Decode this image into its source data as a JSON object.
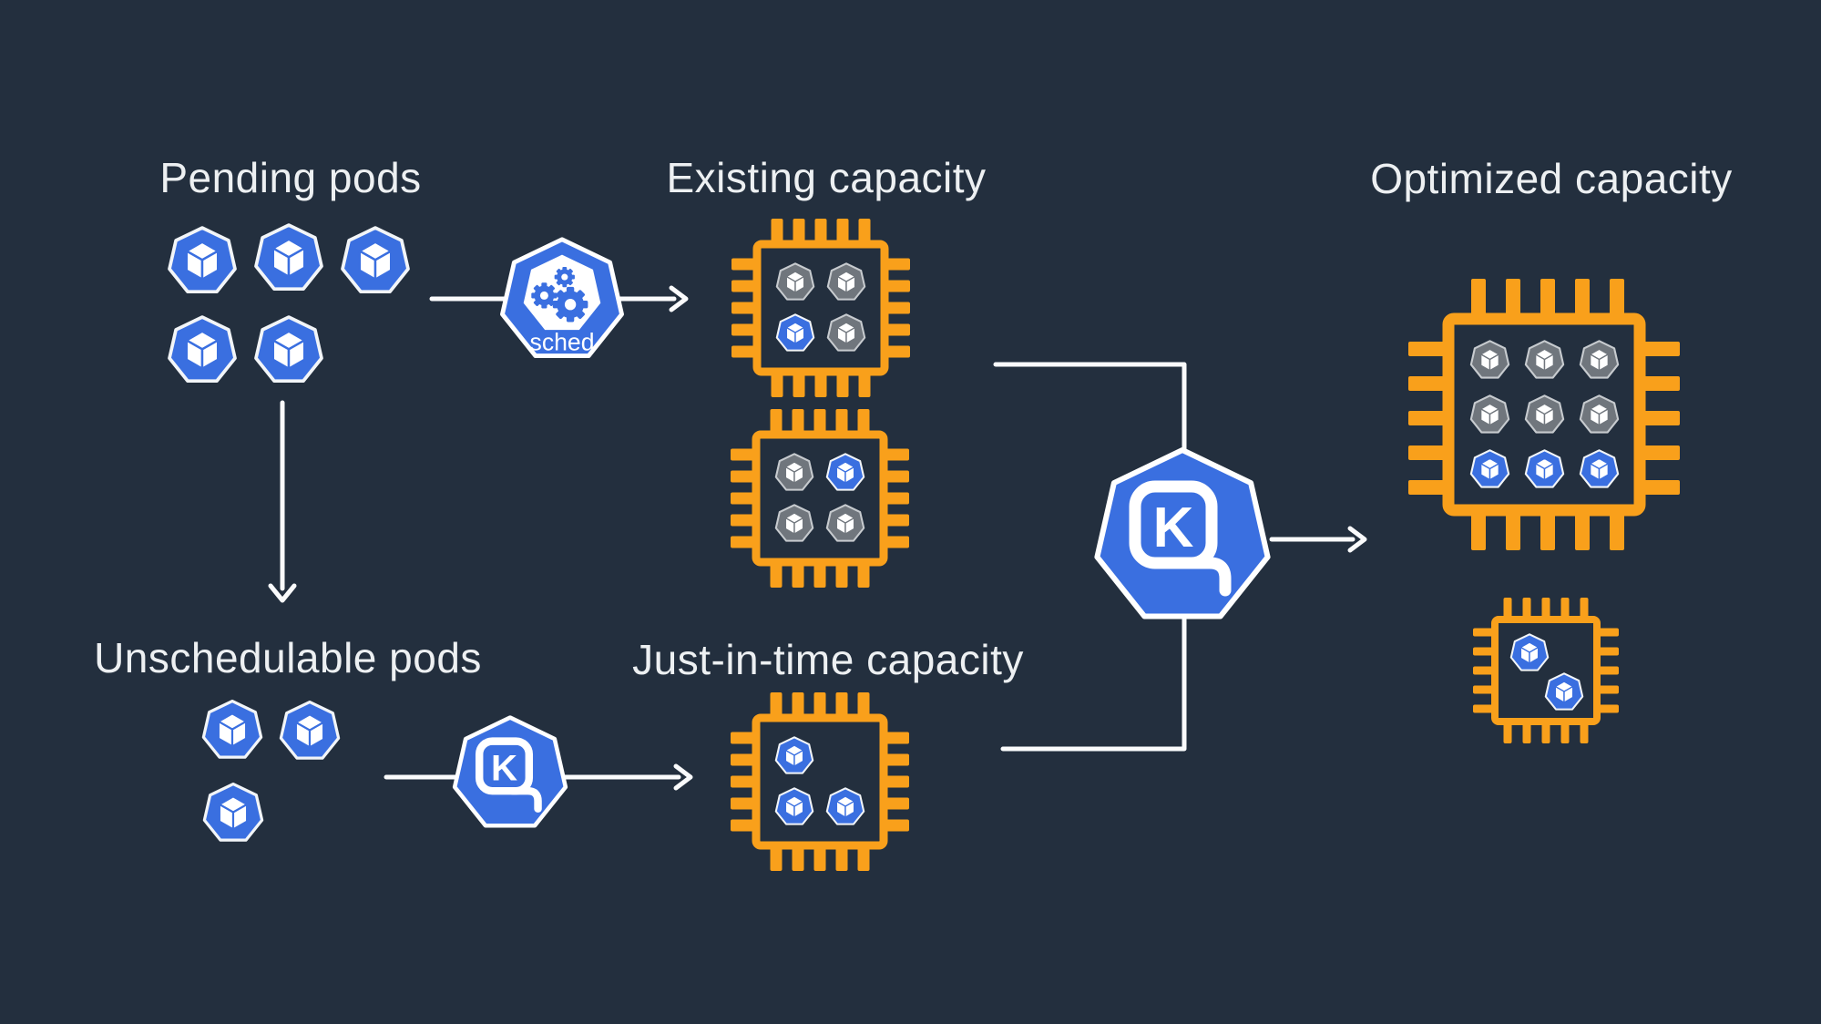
{
  "colors": {
    "background": "#232F3E",
    "chip_orange": "#F9A01B",
    "pod_blue": "#3A6FE0",
    "pod_blue_border": "#F2F5F8",
    "pod_gray": "#70767D",
    "pod_gray_border": "#C7CBCF",
    "icon_blue": "#3A6FE0",
    "icon_border_white": "#FFFFFF",
    "line_white": "#FAFBFC",
    "label_text": "#EDF0F2"
  },
  "labels": {
    "pending": "Pending pods",
    "unschedulable": "Unschedulable pods",
    "existing": "Existing capacity",
    "jit": "Just-in-time capacity",
    "optimized": "Optimized capacity"
  },
  "icons": {
    "scheduler": {
      "name": "kubernetes-scheduler-icon",
      "label": "sched"
    },
    "karpenter_small": {
      "name": "karpenter-icon",
      "letter": "K"
    },
    "karpenter_large": {
      "name": "karpenter-icon",
      "letter": "K"
    }
  },
  "groups": {
    "pending": {
      "pods": [
        "blue",
        "blue",
        "blue",
        "blue",
        "blue"
      ]
    },
    "unschedulable": {
      "pods": [
        "blue",
        "blue",
        "blue"
      ]
    },
    "existing": {
      "chip1": {
        "pods": [
          "gray",
          "gray",
          "blue",
          "gray"
        ]
      },
      "chip2": {
        "pods": [
          "gray",
          "blue",
          "gray",
          "gray"
        ]
      }
    },
    "jit": {
      "chip": {
        "pods": [
          "blue",
          "blue",
          "blue"
        ]
      }
    },
    "optimized": {
      "large_chip": {
        "pods": [
          "gray",
          "gray",
          "gray",
          "gray",
          "gray",
          "gray",
          "blue",
          "blue",
          "blue"
        ]
      },
      "small_chip": {
        "pods": [
          "blue",
          "blue"
        ]
      }
    }
  },
  "edges": [
    {
      "from": "pending-pods",
      "to": "existing-capacity",
      "via": "kube-scheduler",
      "type": "arrow"
    },
    {
      "from": "pending-pods",
      "to": "unschedulable-pods",
      "type": "arrow"
    },
    {
      "from": "unschedulable-pods",
      "to": "just-in-time-capacity",
      "via": "karpenter",
      "type": "arrow"
    },
    {
      "from": "existing-capacity",
      "to": "karpenter",
      "type": "elbow"
    },
    {
      "from": "just-in-time-capacity",
      "to": "karpenter",
      "type": "elbow"
    },
    {
      "from": "karpenter",
      "to": "optimized-capacity",
      "type": "arrow"
    }
  ]
}
